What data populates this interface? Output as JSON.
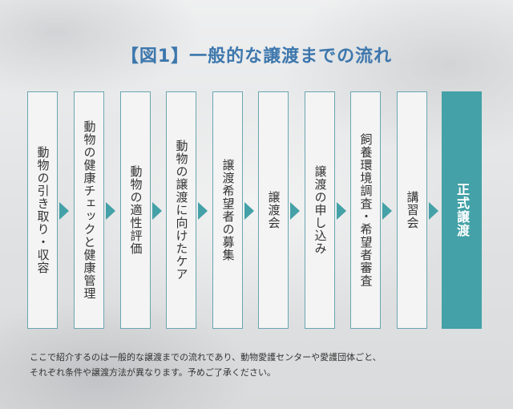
{
  "title": "【図1】一般的な譲渡までの流れ",
  "steps": [
    {
      "label": "動物の引き取り・収容"
    },
    {
      "label": "動物の健康チェックと健康管理"
    },
    {
      "label": "動物の適性評価"
    },
    {
      "label": "動物の譲渡に向けたケア"
    },
    {
      "label": "譲渡希望者の募集"
    },
    {
      "label": "譲渡会"
    },
    {
      "label": "譲渡の申し込み"
    },
    {
      "label": "飼養環境調査・希望者審査"
    },
    {
      "label": "講習会"
    },
    {
      "label": "正式譲渡"
    }
  ],
  "note": {
    "line1": "ここで紹介するのは一般的な譲渡までの流れであり、動物愛護センターや愛護団体ごと、",
    "line2": "それぞれ条件や譲渡方法が異なります。予めご了承ください。"
  },
  "colors": {
    "accent": "#43a1a7",
    "title": "#3d77ad",
    "box_bg": "#f4f4f4"
  }
}
